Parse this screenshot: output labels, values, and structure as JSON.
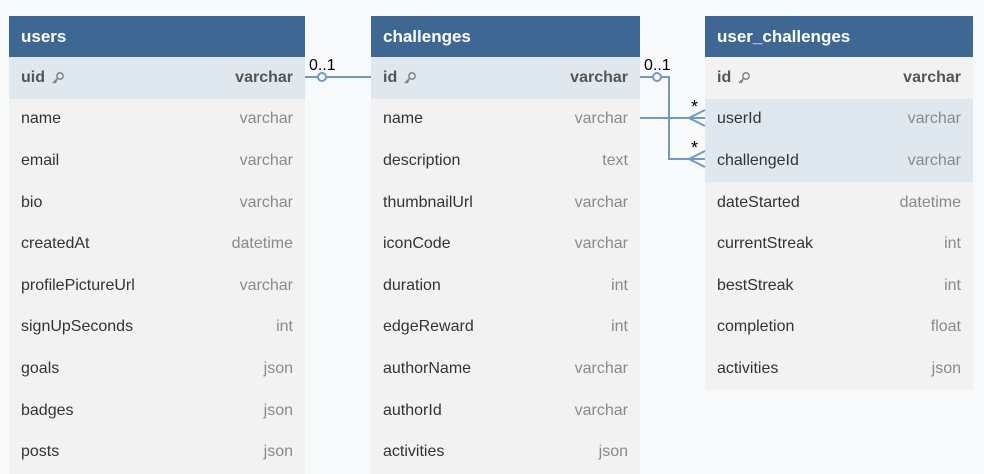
{
  "tables": {
    "users": {
      "title": "users",
      "fields": [
        {
          "name": "uid",
          "type": "varchar",
          "pk": true
        },
        {
          "name": "name",
          "type": "varchar"
        },
        {
          "name": "email",
          "type": "varchar"
        },
        {
          "name": "bio",
          "type": "varchar"
        },
        {
          "name": "createdAt",
          "type": "datetime"
        },
        {
          "name": "profilePictureUrl",
          "type": "varchar"
        },
        {
          "name": "signUpSeconds",
          "type": "int"
        },
        {
          "name": "goals",
          "type": "json"
        },
        {
          "name": "badges",
          "type": "json"
        },
        {
          "name": "posts",
          "type": "json"
        }
      ]
    },
    "challenges": {
      "title": "challenges",
      "fields": [
        {
          "name": "id",
          "type": "varchar",
          "pk": true
        },
        {
          "name": "name",
          "type": "varchar"
        },
        {
          "name": "description",
          "type": "text"
        },
        {
          "name": "thumbnailUrl",
          "type": "varchar"
        },
        {
          "name": "iconCode",
          "type": "varchar"
        },
        {
          "name": "duration",
          "type": "int"
        },
        {
          "name": "edgeReward",
          "type": "int"
        },
        {
          "name": "authorName",
          "type": "varchar"
        },
        {
          "name": "authorId",
          "type": "varchar"
        },
        {
          "name": "activities",
          "type": "json"
        }
      ]
    },
    "user_challenges": {
      "title": "user_challenges",
      "fields": [
        {
          "name": "id",
          "type": "varchar",
          "pk": true
        },
        {
          "name": "userId",
          "type": "varchar",
          "highlight": true
        },
        {
          "name": "challengeId",
          "type": "varchar",
          "highlight": true
        },
        {
          "name": "dateStarted",
          "type": "datetime"
        },
        {
          "name": "currentStreak",
          "type": "int"
        },
        {
          "name": "bestStreak",
          "type": "int"
        },
        {
          "name": "completion",
          "type": "float"
        },
        {
          "name": "activities",
          "type": "json"
        }
      ]
    }
  },
  "relations": {
    "users_challenges": {
      "from_card": "0..1"
    },
    "challenges_user_challenges": {
      "from_card": "0..1",
      "to_card_1": "*",
      "to_card_2": "*"
    }
  },
  "colors": {
    "header": "#3e6893",
    "row_bg": "#f2f2f2",
    "highlight": "#dfe8ee",
    "connector": "#6d9acb",
    "canvas": "#f8f9fa"
  }
}
